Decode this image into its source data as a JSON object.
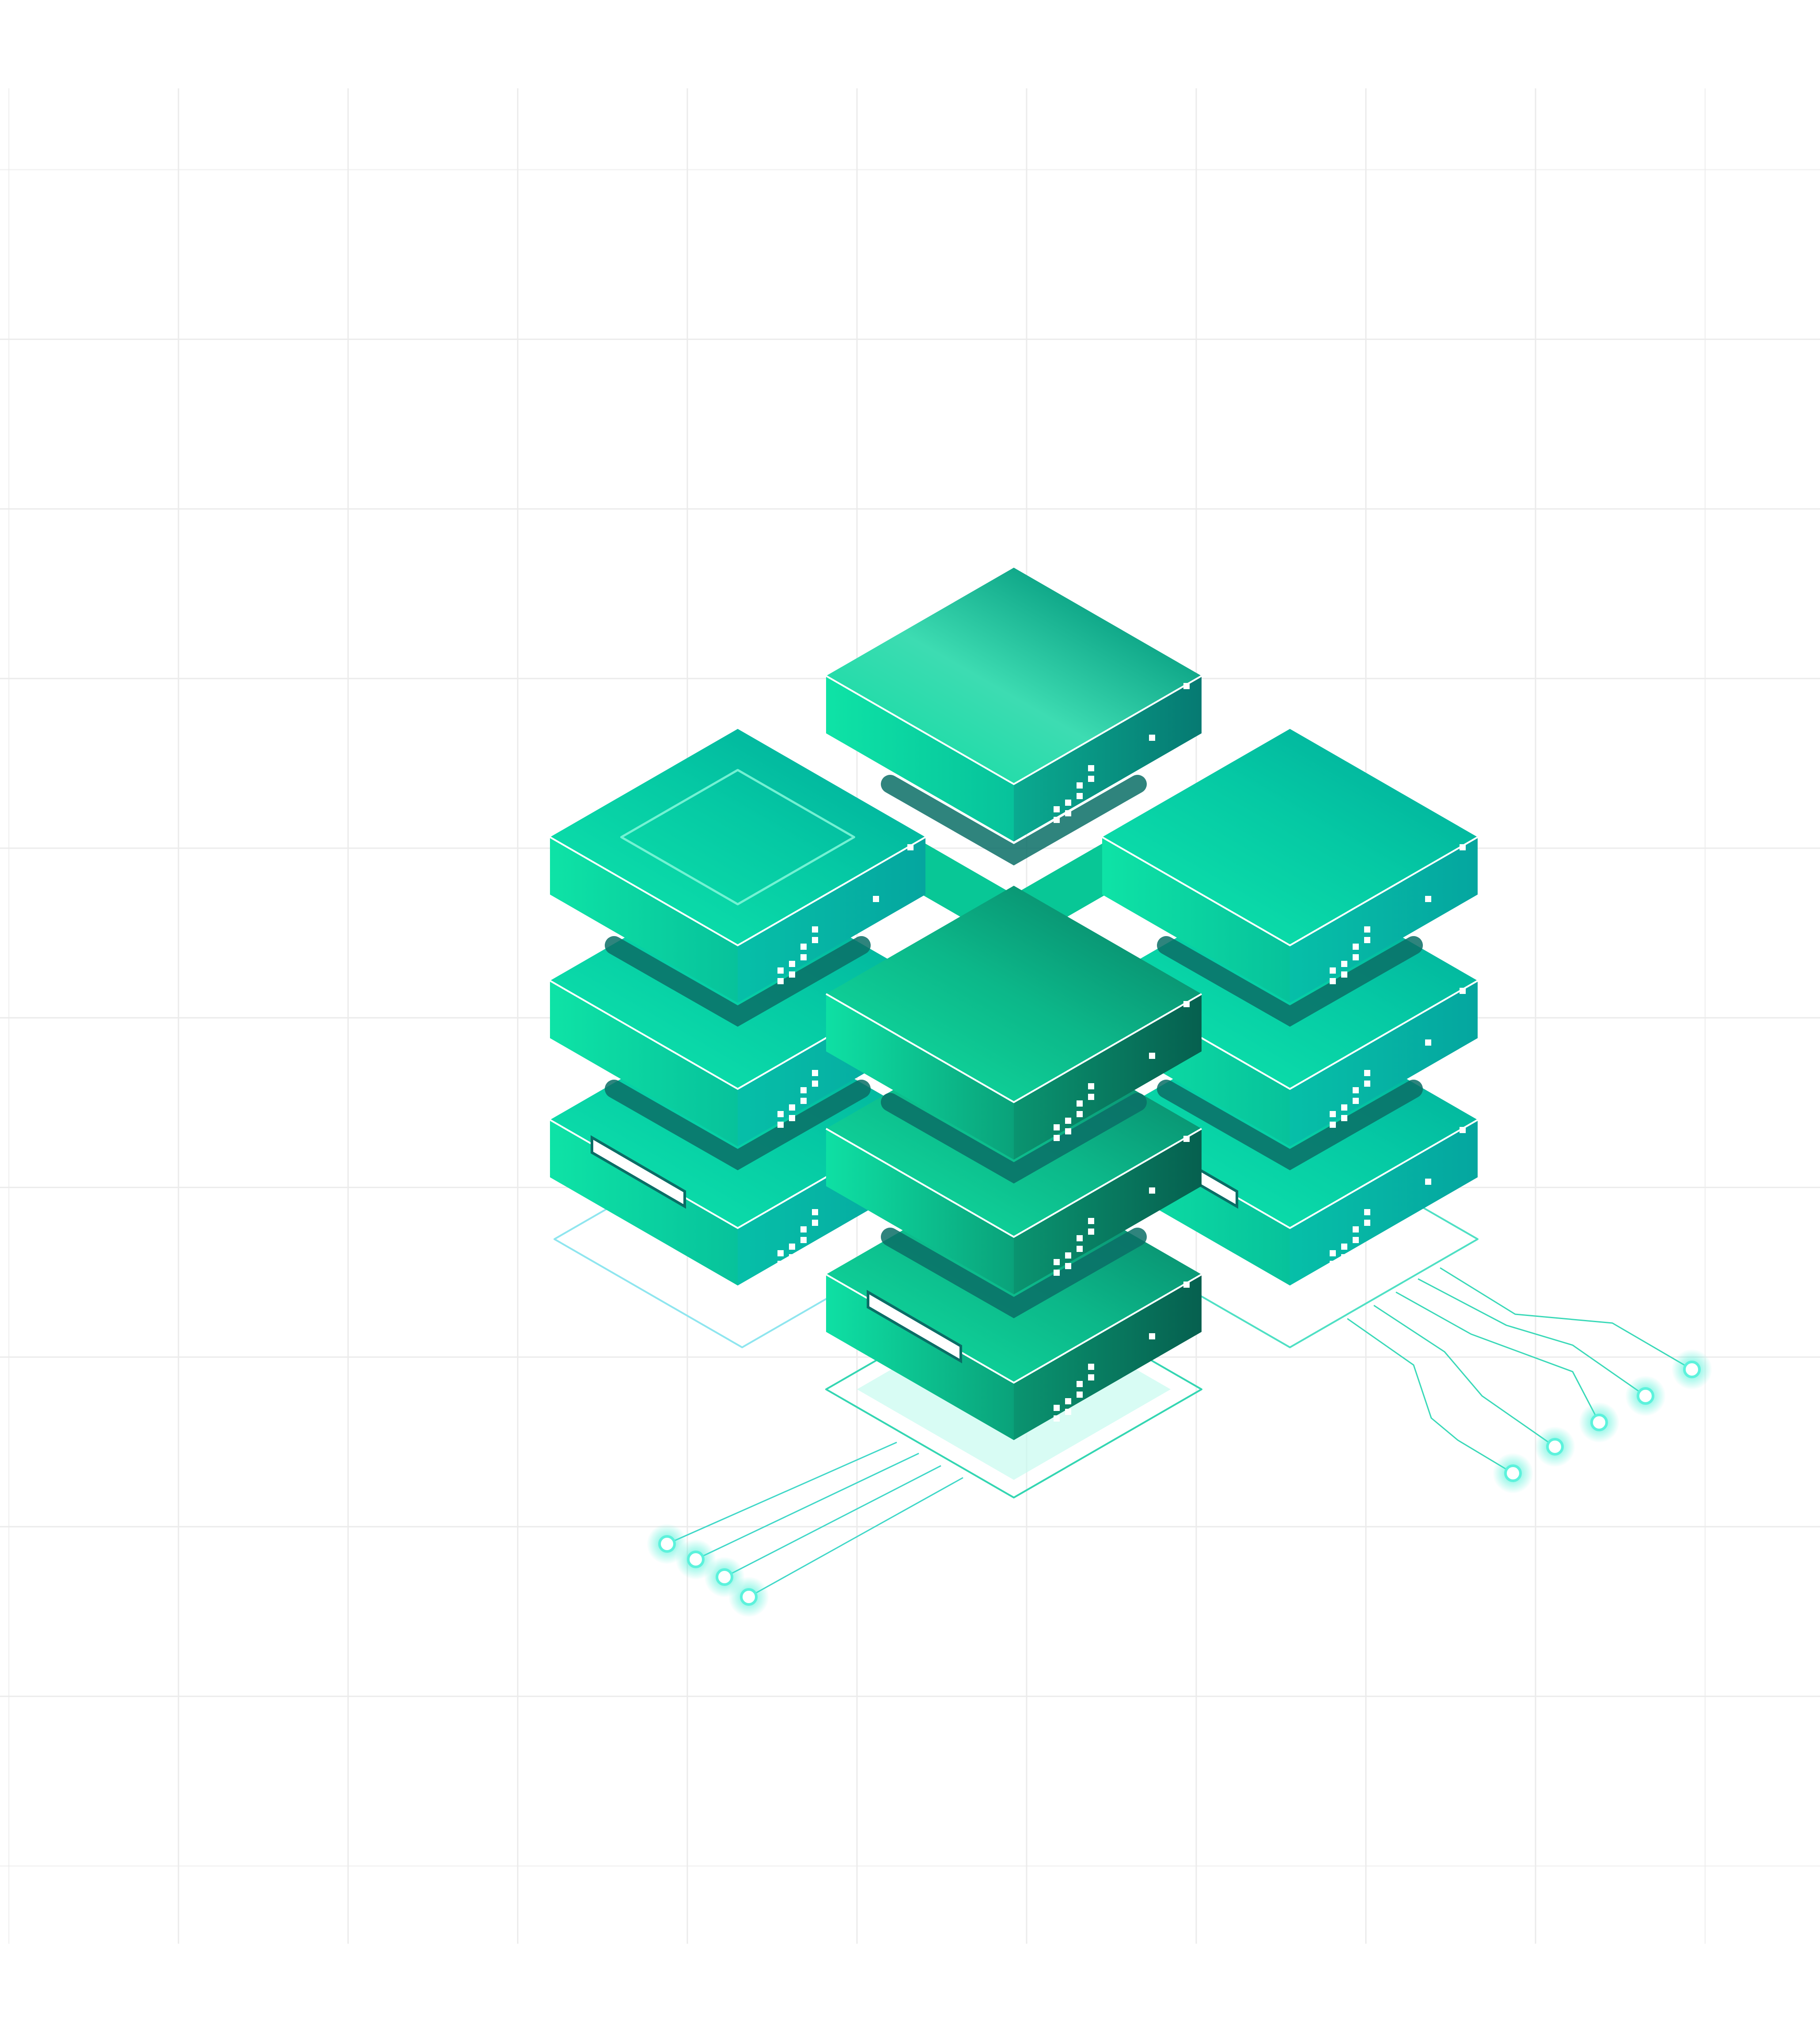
{
  "illustration": {
    "subject": "isometric-server-stacks",
    "stack_count": 4,
    "units_per_stack": [
      3,
      3,
      3,
      1
    ],
    "has_grid_background": true,
    "colors": {
      "background": "#ffffff",
      "grid": "#ebebeb",
      "top_light": "#0fe8ac",
      "top_mid": "#05c9a4",
      "top_dark": "#00a79a",
      "front_dark": "#006e62",
      "slot": "#0a6e66",
      "indicator": "#ffffff",
      "wire": "#3ad9b8",
      "wire_left": "#40d8c8",
      "glow_node": "#5cf2dc"
    },
    "icons": [
      "server-unit-icon",
      "status-led-grid-icon",
      "drive-slot-icon",
      "circuit-wire-icon",
      "glow-node-icon"
    ]
  }
}
